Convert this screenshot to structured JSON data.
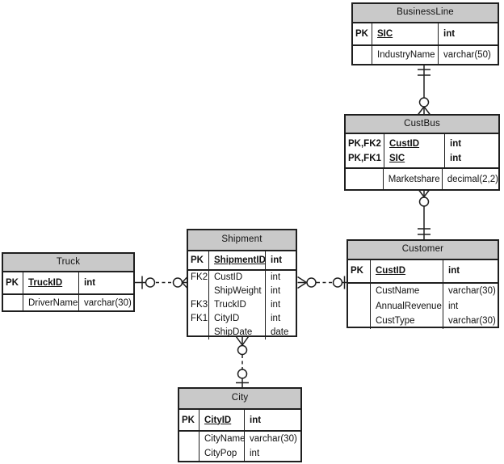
{
  "colors": {
    "header_fill": "#c9c9c9",
    "line_color": "#1f1f1f",
    "background": "#ffffff",
    "text_color": "#111111"
  },
  "tables": {
    "businessline": {
      "title": "BusinessLine",
      "key_rows": [
        {
          "key": "PK",
          "name": "SIC",
          "type": "int"
        }
      ],
      "rows": [
        {
          "key": "",
          "name": "IndustryName",
          "type": "varchar(50)"
        }
      ]
    },
    "custbus": {
      "title": "CustBus",
      "key_rows": [
        {
          "key": "PK,FK2",
          "name": "CustID",
          "type": "int"
        },
        {
          "key": "PK,FK1",
          "name": "SIC",
          "type": "int"
        }
      ],
      "rows": [
        {
          "key": "",
          "name": "Marketshare",
          "type": "decimal(2,2)"
        }
      ]
    },
    "customer": {
      "title": "Customer",
      "key_rows": [
        {
          "key": "PK",
          "name": "CustID",
          "type": "int"
        }
      ],
      "rows": [
        {
          "key": "",
          "name": "CustName",
          "type": "varchar(30)"
        },
        {
          "key": "",
          "name": "AnnualRevenue",
          "type": "int"
        },
        {
          "key": "",
          "name": "CustType",
          "type": "varchar(30)"
        }
      ]
    },
    "shipment": {
      "title": "Shipment",
      "key_rows": [
        {
          "key": "PK",
          "name": "ShipmentID",
          "type": "int"
        }
      ],
      "rows": [
        {
          "key": "FK2",
          "name": "CustID",
          "type": "int"
        },
        {
          "key": "",
          "name": "ShipWeight",
          "type": "int"
        },
        {
          "key": "FK3",
          "name": "TruckID",
          "type": "int"
        },
        {
          "key": "FK1",
          "name": "CityID",
          "type": "int"
        },
        {
          "key": "",
          "name": "ShipDate",
          "type": "date"
        }
      ]
    },
    "truck": {
      "title": "Truck",
      "key_rows": [
        {
          "key": "PK",
          "name": "TruckID",
          "type": "int"
        }
      ],
      "rows": [
        {
          "key": "",
          "name": "DriverName",
          "type": "varchar(30)"
        }
      ]
    },
    "city": {
      "title": "City",
      "key_rows": [
        {
          "key": "PK",
          "name": "CityID",
          "type": "int"
        }
      ],
      "rows": [
        {
          "key": "",
          "name": "CityName",
          "type": "varchar(30)"
        },
        {
          "key": "",
          "name": "CityPop",
          "type": "int"
        }
      ]
    }
  },
  "relationships": [
    {
      "from": "BusinessLine",
      "to": "CustBus",
      "line_style": "solid",
      "from_end": "one and only one",
      "to_end": "zero or many"
    },
    {
      "from": "CustBus",
      "to": "Customer",
      "line_style": "solid",
      "from_end": "zero or many",
      "to_end": "one and only one"
    },
    {
      "from": "Truck",
      "to": "Shipment",
      "line_style": "dashed",
      "from_end": "zero or one",
      "to_end": "zero or many"
    },
    {
      "from": "Customer",
      "to": "Shipment",
      "line_style": "dashed",
      "from_end": "zero or one",
      "to_end": "zero or many"
    },
    {
      "from": "City",
      "to": "Shipment",
      "line_style": "dashed",
      "from_end": "zero or one",
      "to_end": "zero or many"
    }
  ]
}
